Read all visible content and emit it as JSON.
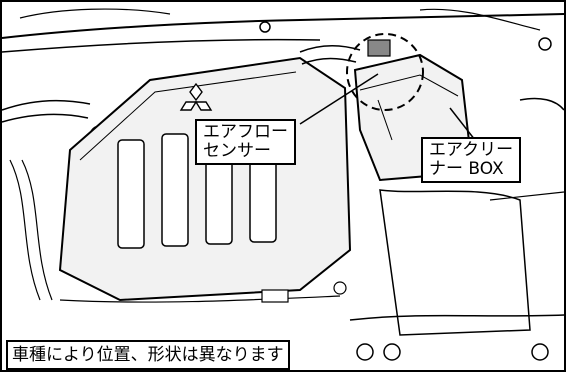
{
  "diagram": {
    "labels": {
      "airflow_sensor": {
        "line1": "エアフロー",
        "line2": "センサー"
      },
      "air_cleaner_box": {
        "line1": "エアクリー",
        "line2": "ナー BOX"
      }
    },
    "caption": "車種により位置、形状は異なります",
    "emblem": "three-diamond-emblem",
    "colors": {
      "line": "#000000",
      "background": "#ffffff",
      "shade": "#f2f2f2"
    }
  }
}
